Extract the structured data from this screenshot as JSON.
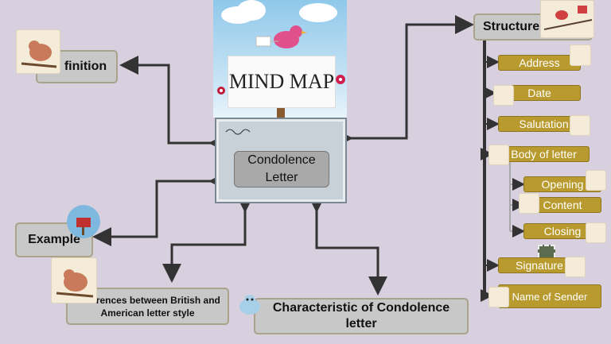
{
  "header": {
    "title": "MIND MAP"
  },
  "center": {
    "line1": "Condolence",
    "line2": "Letter"
  },
  "nodes": {
    "definition": "finition",
    "example": "Example",
    "differences": "Differences between British and American letter style",
    "characteristic": "Characteristic of Condolence letter",
    "structure": "Structure"
  },
  "structure_items": {
    "address": "Address",
    "date": "Date",
    "salutation": "Salutation",
    "body": "Body of letter",
    "opening": "Opening",
    "content": "Content",
    "closing": "Closing",
    "signature": "Signature",
    "sender": "Name of Sender"
  },
  "colors": {
    "background": "#d8d0df",
    "node_fill": "#c8c8c8",
    "item_fill": "#b89a2e",
    "arrow": "#333333"
  },
  "icons": [
    "bird-icon",
    "mailbox-icon",
    "flower-icon",
    "stamp-icon"
  ]
}
